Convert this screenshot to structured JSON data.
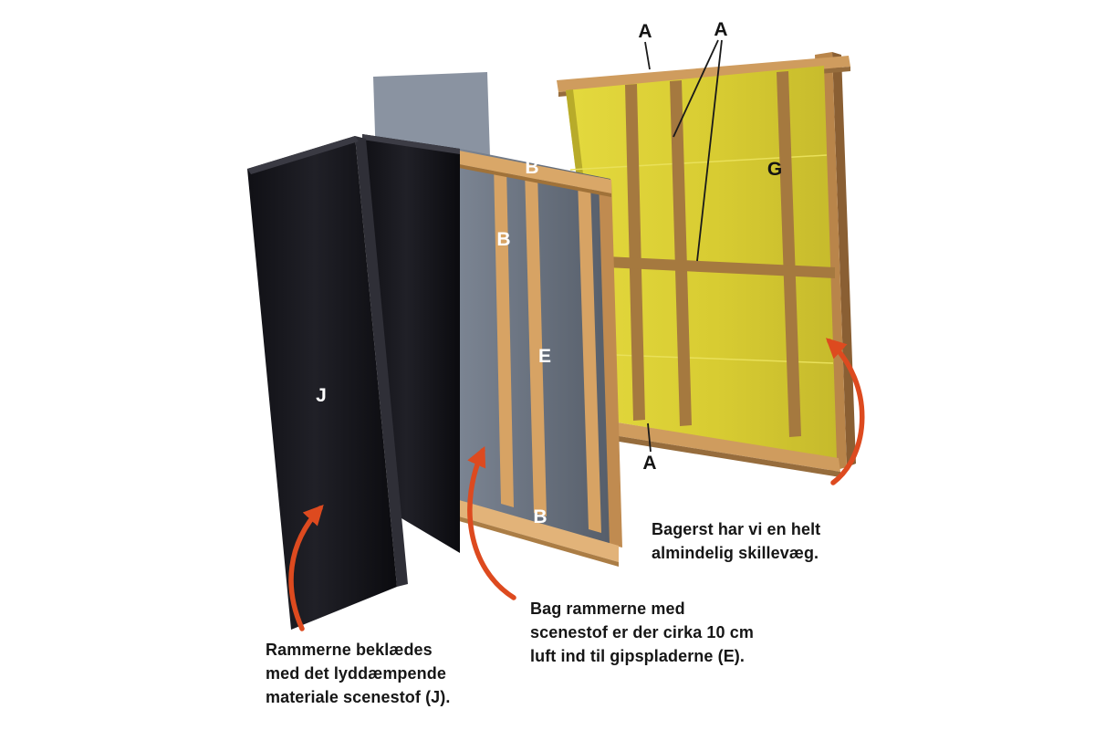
{
  "part_labels": {
    "a_top_left": "A",
    "a_top_right": "A",
    "a_bottom": "A",
    "g": "G",
    "b_top": "B",
    "b_middle": "B",
    "b_bottom": "B",
    "e": "E",
    "j": "J"
  },
  "notes": {
    "left": {
      "lines": [
        "Rammerne beklædes",
        "med det lyddæmpende",
        "materiale scenestof (J)."
      ]
    },
    "center": {
      "lines": [
        "Bag rammerne med",
        "scenestof er der cirka 10 cm",
        "luft ind til gipspladerne (E)."
      ]
    },
    "right": {
      "lines": [
        "Bagerst har vi en helt",
        "almindelig skillevæg."
      ]
    }
  },
  "colors": {
    "arrow": "#dd4a1f",
    "label_text": "#141414",
    "wood_light": "#d9a768",
    "wood_medium": "#cf9c5e",
    "wood_dark": "#a5793f",
    "insulation_yellow": "#d8cc32",
    "gips_gray": "#6b7480",
    "scenestof_black": "#16161b",
    "background": "#ffffff"
  }
}
